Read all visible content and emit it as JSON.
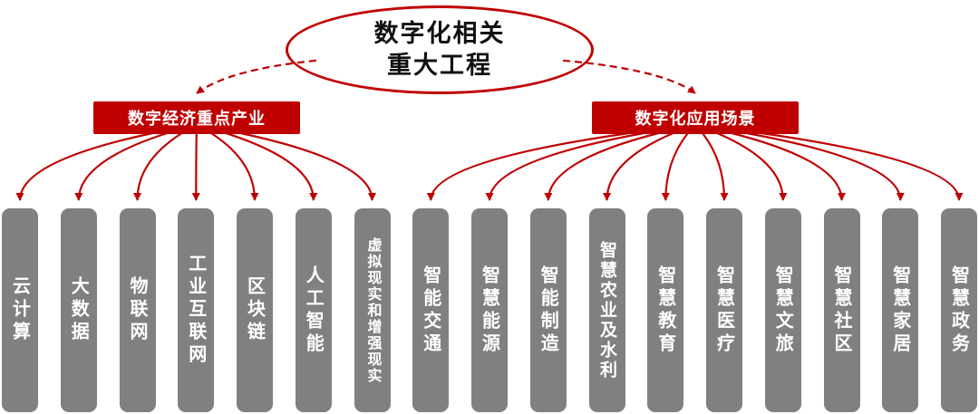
{
  "root": {
    "line1": "数字化相关",
    "line2": "重大工程"
  },
  "branches": {
    "left": {
      "label": "数字经济重点产业",
      "items": [
        {
          "label": "云计算"
        },
        {
          "label": "大数据"
        },
        {
          "label": "物联网"
        },
        {
          "label": "工业互联网"
        },
        {
          "label": "区块链"
        },
        {
          "label": "人工智能"
        },
        {
          "label": "虚拟现实和增强现实"
        }
      ]
    },
    "right": {
      "label": "数字化应用场景",
      "items": [
        {
          "label": "智能交通"
        },
        {
          "label": "智慧能源"
        },
        {
          "label": "智能制造"
        },
        {
          "label": "智慧农业及水利"
        },
        {
          "label": "智慧教育"
        },
        {
          "label": "智慧医疗"
        },
        {
          "label": "智慧文旅"
        },
        {
          "label": "智慧社区"
        },
        {
          "label": "智慧家居"
        },
        {
          "label": "智慧政务"
        }
      ]
    }
  },
  "colors": {
    "accent_red": "#c00000",
    "bar_gray": "#808080",
    "text_white": "#ffffff",
    "title_black": "#111111"
  }
}
